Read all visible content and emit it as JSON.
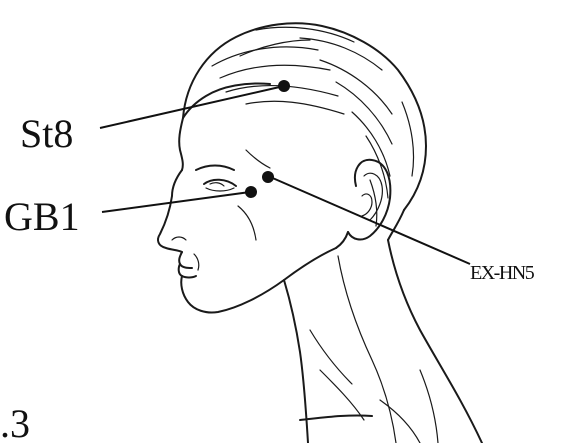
{
  "points": [
    {
      "id": "st8",
      "label": "St8"
    },
    {
      "id": "gb1",
      "label": "GB1"
    },
    {
      "id": "ex-hn5",
      "label": "EX-HN5"
    }
  ],
  "figure_number_fragment": ".3"
}
